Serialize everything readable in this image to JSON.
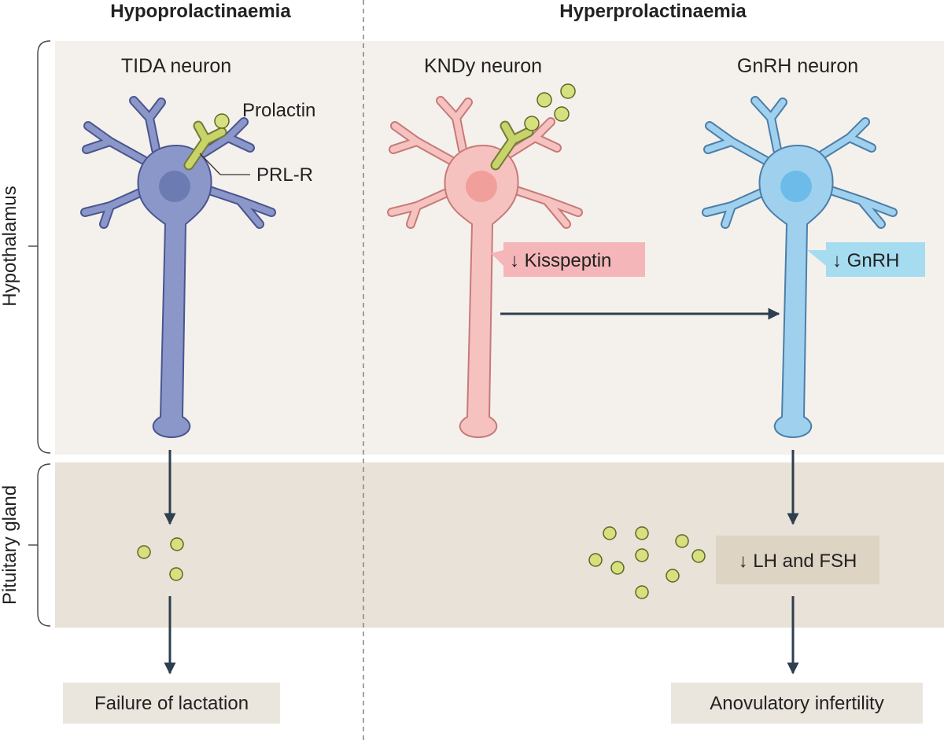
{
  "headers": {
    "left": "Hypoprolactinaemia",
    "right": "Hyperprolactinaemia"
  },
  "regions": {
    "hypothalamus": "Hypothalamus",
    "pituitary": "Pituitary gland"
  },
  "neurons": {
    "tida": "TIDA neuron",
    "kndy": "KNDy neuron",
    "gnrh": "GnRH neuron"
  },
  "labels": {
    "prolactin": "Prolactin",
    "prl_r": "PRL-R",
    "kisspeptin": "↓ Kisspeptin",
    "gnrh_down": "↓ GnRH",
    "lh_fsh": "↓ LH and FSH"
  },
  "outcomes": {
    "left": "Failure of lactation",
    "right": "Anovulatory infertility"
  },
  "colors": {
    "hypothalamus_bg": "#f4f1ec",
    "pituitary_bg": "#e8e2d8",
    "tida_neuron": "#8b97c9",
    "kndy_neuron": "#f6c2c0",
    "gnrh_neuron": "#9fd1ef",
    "prolactin_particle": "#d7e07f",
    "arrow": "#2e3f4f",
    "label_box": "#ebe6dd"
  }
}
